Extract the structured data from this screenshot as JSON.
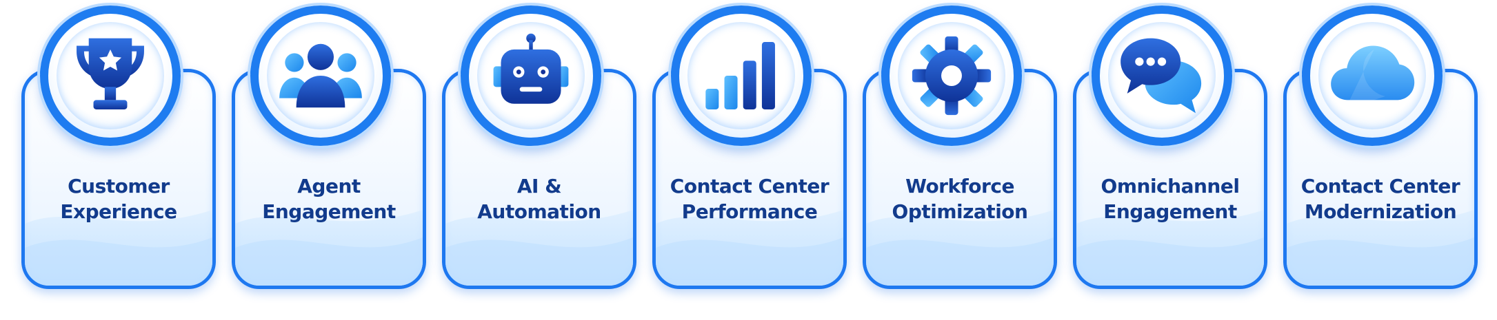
{
  "cards": [
    {
      "line1": "Customer",
      "line2": "Experience",
      "icon": "trophy-icon"
    },
    {
      "line1": "Agent",
      "line2": "Engagement",
      "icon": "users-icon"
    },
    {
      "line1": "AI &",
      "line2": "Automation",
      "icon": "robot-icon"
    },
    {
      "line1": "Contact Center",
      "line2": "Performance",
      "icon": "bar-chart-icon"
    },
    {
      "line1": "Workforce",
      "line2": "Optimization",
      "icon": "gear-icon"
    },
    {
      "line1": "Omnichannel",
      "line2": "Engagement",
      "icon": "chat-bubbles-icon"
    },
    {
      "line1": "Contact Center",
      "line2": "Modernization",
      "icon": "cloud-icon"
    }
  ],
  "colors": {
    "primary_blue": "#1e78f0",
    "dark_blue": "#123b8c",
    "icon_navy": "#1540a8",
    "light_blue": "#43a8f5"
  }
}
